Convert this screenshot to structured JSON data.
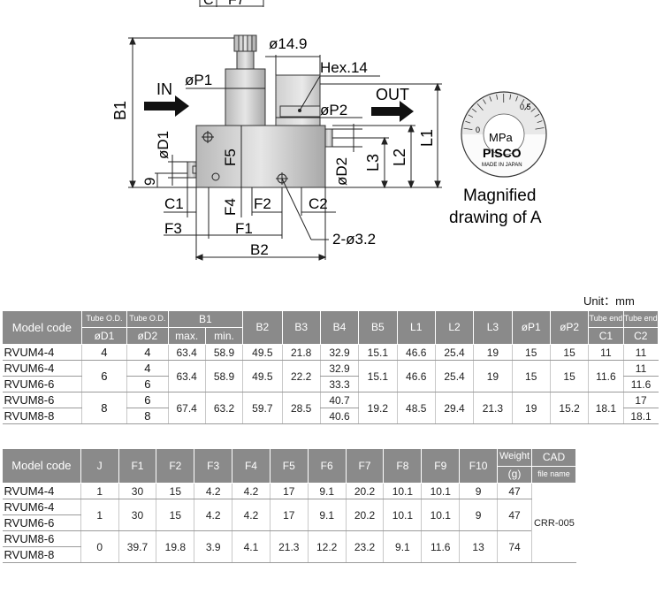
{
  "drawing": {
    "labels": {
      "top_cut_a": "C",
      "top_cut_b": "F7",
      "dia149": "ø14.9",
      "hex": "Hex.14",
      "in": "IN",
      "out": "OUT",
      "p1": "øP1",
      "p2": "øP2",
      "b1": "B1",
      "d1": "øD1",
      "d2": "øD2",
      "f5": "F5",
      "l1": "L1",
      "l2": "L2",
      "l3": "L3",
      "nine": "9",
      "c1": "C1",
      "c2": "C2",
      "f4": "F4",
      "f2": "F2",
      "f3": "F3",
      "f1": "F1",
      "holes": "2-ø3.2",
      "b2": "B2"
    },
    "gauge": {
      "scale_0": "0",
      "scale_05": "0.5",
      "unit": "MPa",
      "brand": "PISCO",
      "origin": "MADE IN JAPAN",
      "caption_line1": "Magnified",
      "caption_line2": "drawing of A"
    }
  },
  "unit_label": "Unit：mm",
  "table1": {
    "headers": {
      "model": "Model code",
      "d1_top": "Tube O.D.",
      "d1_bottom": "øD1",
      "d2_top": "Tube O.D.",
      "d2_bottom": "øD2",
      "b1": "B1",
      "b1_max": "max.",
      "b1_min": "min.",
      "b2": "B2",
      "b3": "B3",
      "b4": "B4",
      "b5": "B5",
      "l1": "L1",
      "l2": "L2",
      "l3": "L3",
      "p1": "øP1",
      "p2": "øP2",
      "c1_top": "Tube end",
      "c1_bottom": "C1",
      "c2_top": "Tube end",
      "c2_bottom": "C2"
    },
    "rows": [
      {
        "model": "RVUM4-4",
        "d1": "4",
        "d2": "4",
        "b1max": "63.4",
        "b1min": "58.9",
        "b2": "49.5",
        "b3": "21.8",
        "b4": "32.9",
        "b5": "15.1",
        "l1": "46.6",
        "l2": "25.4",
        "l3": "19",
        "p1": "15",
        "p2": "15",
        "c1": "11",
        "c2": "11"
      },
      {
        "model": "RVUM6-4",
        "d1": "6",
        "d2": "4",
        "b1max": "63.4",
        "b1min": "58.9",
        "b2": "49.5",
        "b3": "22.2",
        "b4": "32.9",
        "b5": "15.1",
        "l1": "46.6",
        "l2": "25.4",
        "l3": "19",
        "p1": "15",
        "p2": "15",
        "c1": "11.6",
        "c2": "11"
      },
      {
        "model": "RVUM6-6",
        "d2": "6",
        "b4": "33.3",
        "c2": "11.6"
      },
      {
        "model": "RVUM8-6",
        "d1": "8",
        "d2": "6",
        "b1max": "67.4",
        "b1min": "63.2",
        "b2": "59.7",
        "b3": "28.5",
        "b4": "40.7",
        "b5": "19.2",
        "l1": "48.5",
        "l2": "29.4",
        "l3": "21.3",
        "p1": "19",
        "p2": "15.2",
        "c1": "18.1",
        "c2": "17"
      },
      {
        "model": "RVUM8-8",
        "d2": "8",
        "b4": "40.6",
        "c2": "18.1"
      }
    ]
  },
  "table2": {
    "headers": {
      "model": "Model code",
      "j": "J",
      "f1": "F1",
      "f2": "F2",
      "f3": "F3",
      "f4": "F4",
      "f5": "F5",
      "f6": "F6",
      "f7": "F7",
      "f8": "F8",
      "f9": "F9",
      "f10": "F10",
      "weight_top": "Weight",
      "weight_bottom": "(g)",
      "cad_top": "CAD",
      "cad_bottom": "file name"
    },
    "rows": [
      {
        "model": "RVUM4-4",
        "j": "1",
        "f1": "30",
        "f2": "15",
        "f3": "4.2",
        "f4": "4.2",
        "f5": "17",
        "f6": "9.1",
        "f7": "20.2",
        "f8": "10.1",
        "f9": "10.1",
        "f10": "9",
        "weight": "47"
      },
      {
        "model": "RVUM6-4",
        "j": "1",
        "f1": "30",
        "f2": "15",
        "f3": "4.2",
        "f4": "4.2",
        "f5": "17",
        "f6": "9.1",
        "f7": "20.2",
        "f8": "10.1",
        "f9": "10.1",
        "f10": "9",
        "weight": "47"
      },
      {
        "model": "RVUM6-6"
      },
      {
        "model": "RVUM8-6",
        "j": "0",
        "f1": "39.7",
        "f2": "19.8",
        "f3": "3.9",
        "f4": "4.1",
        "f5": "21.3",
        "f6": "12.2",
        "f7": "23.2",
        "f8": "9.1",
        "f9": "11.6",
        "f10": "13",
        "weight": "74"
      },
      {
        "model": "RVUM8-8"
      }
    ],
    "cad_file": "CRR-005"
  }
}
